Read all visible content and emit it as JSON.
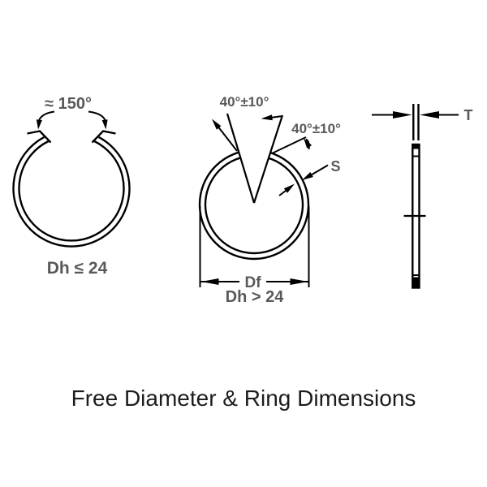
{
  "title": "Free Diameter & Ring Dimensions",
  "colors": {
    "line": "#000000",
    "label": "#58595b",
    "title_text": "#1c1c1c",
    "background": "#ffffff"
  },
  "figures": {
    "left_ring": {
      "gap_angle": "≈ 150°",
      "bore_condition": "Dh ≤ 24"
    },
    "notched_ring": {
      "notch_angle_left": "40°±10°",
      "notch_angle_right": "40°±10°",
      "radial_wall": "S",
      "free_diameter": "Df",
      "bore_condition": "Dh > 24"
    },
    "side_view": {
      "thickness": "T"
    }
  }
}
